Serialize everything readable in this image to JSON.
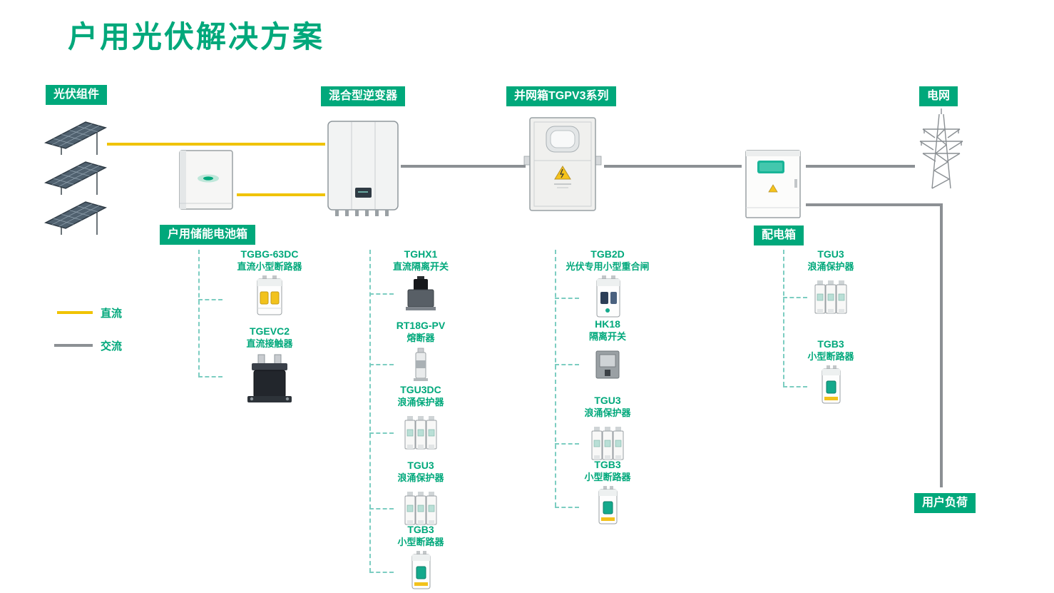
{
  "title": "户用光伏解决方案",
  "colors": {
    "brand_green": "#00A87B",
    "dc_yellow": "#F0C300",
    "ac_gray": "#8C9094",
    "dashed_teal": "#7CCDC1"
  },
  "nodes": {
    "pv": {
      "label": "光伏组件"
    },
    "battery": {
      "label": "户用储能电池箱"
    },
    "inverter": {
      "label": "混合型逆变器"
    },
    "grid_box": {
      "label": "并网箱TGPV3系列"
    },
    "grid": {
      "label": "电网"
    },
    "dist_box": {
      "label": "配电箱"
    },
    "load": {
      "label": "用户负荷"
    }
  },
  "legend": {
    "dc": "直流",
    "ac": "交流"
  },
  "columns": [
    {
      "parent": "户用储能电池箱",
      "items": [
        {
          "model": "TGBG-63DC",
          "name": "直流小型断路器",
          "icon": "dc-mini-breaker"
        },
        {
          "model": "TGEVC2",
          "name": "直流接触器",
          "icon": "dc-contactor"
        }
      ]
    },
    {
      "parent": "混合型逆变器",
      "items": [
        {
          "model": "TGHX1",
          "name": "直流隔离开关",
          "icon": "dc-isolator-switch"
        },
        {
          "model": "RT18G-PV",
          "name": "熔断器",
          "icon": "fuse"
        },
        {
          "model": "TGU3DC",
          "name": "浪涌保护器",
          "icon": "surge-protector"
        },
        {
          "model": "TGU3",
          "name": "浪涌保护器",
          "icon": "surge-protector"
        },
        {
          "model": "TGB3",
          "name": "小型断路器",
          "icon": "mini-breaker"
        }
      ]
    },
    {
      "parent": "并网箱TGPV3系列",
      "items": [
        {
          "model": "TGB2D",
          "name": "光伏专用小型重合闸",
          "icon": "pv-recloser"
        },
        {
          "model": "HK18",
          "name": "隔离开关",
          "icon": "isolator-switch"
        },
        {
          "model": "TGU3",
          "name": "浪涌保护器",
          "icon": "surge-protector"
        },
        {
          "model": "TGB3",
          "name": "小型断路器",
          "icon": "mini-breaker"
        }
      ]
    },
    {
      "parent": "配电箱",
      "items": [
        {
          "model": "TGU3",
          "name": "浪涌保护器",
          "icon": "surge-protector"
        },
        {
          "model": "TGB3",
          "name": "小型断路器",
          "icon": "mini-breaker"
        }
      ]
    }
  ]
}
